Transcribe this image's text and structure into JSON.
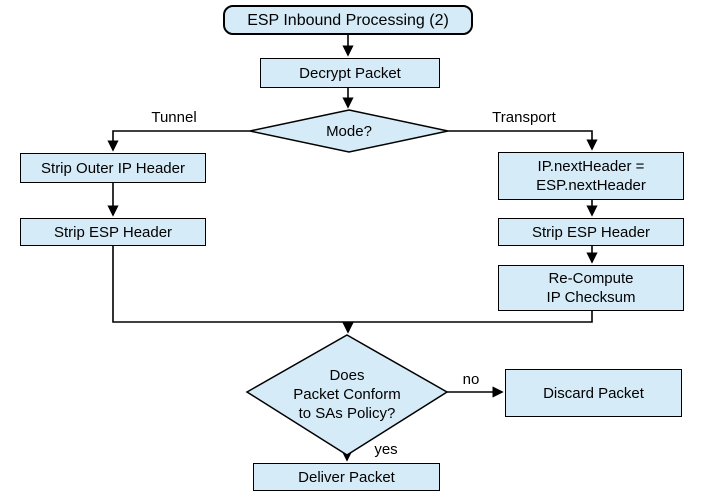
{
  "diagram": {
    "title": "ESP Inbound Processing (2)",
    "type": "flowchart"
  },
  "nodes": {
    "start": {
      "label": "ESP Inbound Processing (2)",
      "shape": "rounded-rect"
    },
    "decrypt": {
      "label": "Decrypt Packet",
      "shape": "rect"
    },
    "mode": {
      "label": "Mode?",
      "shape": "diamond"
    },
    "strip_outer_ip": {
      "label": "Strip Outer IP Header",
      "shape": "rect"
    },
    "strip_esp_left": {
      "label": "Strip ESP Header",
      "shape": "rect"
    },
    "ip_next_header": {
      "label": "IP.nextHeader =\nESP.nextHeader",
      "shape": "rect"
    },
    "strip_esp_right": {
      "label": "Strip ESP Header",
      "shape": "rect"
    },
    "recompute_checksum": {
      "label": "Re-Compute\nIP Checksum",
      "shape": "rect"
    },
    "policy_check": {
      "label": "Does\nPacket Conform\nto SAs Policy?",
      "shape": "diamond"
    },
    "discard": {
      "label": "Discard Packet",
      "shape": "rect"
    },
    "deliver": {
      "label": "Deliver Packet",
      "shape": "rect"
    }
  },
  "edge_labels": {
    "tunnel": "Tunnel",
    "transport": "Transport",
    "no": "no",
    "yes": "yes"
  },
  "colors": {
    "node_fill": "#d6ebf8",
    "node_border": "#000000",
    "connector": "#000000",
    "background": "#ffffff"
  }
}
